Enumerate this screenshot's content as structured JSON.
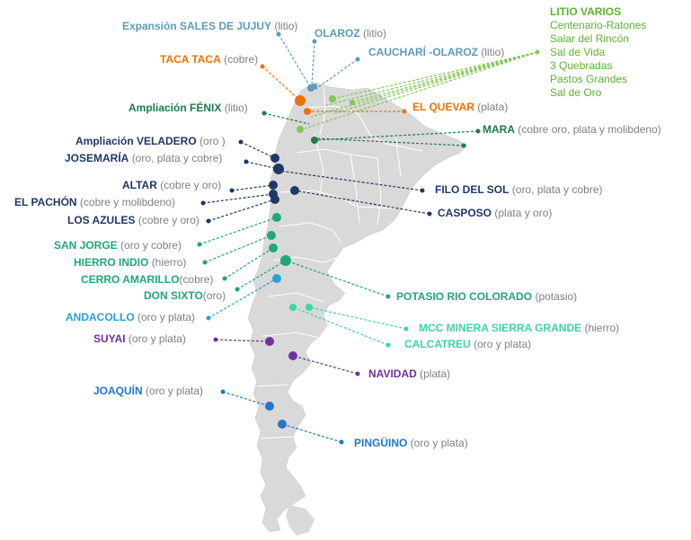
{
  "colors": {
    "lithium_blue": "#5b9bb8",
    "lithium_green": "#7ec850",
    "copper_orange": "#ee7203",
    "silver_dark_green": "#1f7a4e",
    "gold_navy": "#1f3864",
    "teal_green": "#21a67a",
    "light_blue": "#27a0d8",
    "purple": "#7030a0",
    "blue": "#1f78c8",
    "mint": "#3bd6a6",
    "land": "#d9d9d9",
    "border": "#ffffff"
  },
  "projects": [
    {
      "id": "expansion-sales-de-jujuy",
      "name": "Expansión SALES DE JUJUY",
      "detail": "(litio)"
    },
    {
      "id": "olaroz",
      "name": "OLAROZ",
      "detail": "(litio)"
    },
    {
      "id": "cauchari-olaroz",
      "name": "CAUCHARÍ -OLAROZ",
      "detail": "(litio)"
    },
    {
      "id": "taca-taca",
      "name": "TACA TACA",
      "detail": "(cobre)"
    },
    {
      "id": "ampliacion-fenix",
      "name": "Ampliación FÉNIX",
      "detail": "(litio)"
    },
    {
      "id": "el-quevar",
      "name": "EL QUEVAR",
      "detail": "(plata)"
    },
    {
      "id": "mara",
      "name": "MARA",
      "detail": "(cobre oro, plata y molibdeno)"
    },
    {
      "id": "ampliacion-veladero",
      "name": "Ampliación VELADERO",
      "detail": "(oro )"
    },
    {
      "id": "josemaria",
      "name": "JOSEMARÍA",
      "detail": "(oro, plata y cobre)"
    },
    {
      "id": "altar",
      "name": "ALTAR",
      "detail": "(cobre y oro)"
    },
    {
      "id": "filo-del-sol",
      "name": "FILO DEL SOL",
      "detail": "(oro, plata y cobre)"
    },
    {
      "id": "el-pachon",
      "name": "EL PACHÓN",
      "detail": "(cobre y molibdeno)"
    },
    {
      "id": "casposo",
      "name": "CASPOSO",
      "detail": "(plata y oro)"
    },
    {
      "id": "los-azules",
      "name": "LOS AZULES",
      "detail": "(cobre y oro)"
    },
    {
      "id": "san-jorge",
      "name": "SAN JORGE",
      "detail": "(oro y cobre)"
    },
    {
      "id": "hierro-indio",
      "name": "HIERRO INDIO",
      "detail": "(hierro)"
    },
    {
      "id": "cerro-amarillo",
      "name": "CERRO AMARILLO",
      "detail": "(cobre)"
    },
    {
      "id": "don-sixto",
      "name": "DON SIXTO",
      "detail": "(oro)"
    },
    {
      "id": "potasio-rio-colorado",
      "name": "POTASIO RIO COLORADO",
      "detail": "(potasio)"
    },
    {
      "id": "andacollo",
      "name": "ANDACOLLO",
      "detail": "(oro y plata)"
    },
    {
      "id": "mcc-minera-sierra-grande",
      "name": "MCC MINERA SIERRA GRANDE",
      "detail": "(hierro)"
    },
    {
      "id": "suyai",
      "name": "SUYAI",
      "detail": "(oro y plata)"
    },
    {
      "id": "calcatreu",
      "name": "CALCATREU",
      "detail": "(oro y plata)"
    },
    {
      "id": "navidad",
      "name": "NAVIDAD",
      "detail": "(plata)"
    },
    {
      "id": "joaquin",
      "name": "JOAQUÍN",
      "detail": "(oro y plata)"
    },
    {
      "id": "pinguino",
      "name": "PINGÜINO",
      "detail": "(oro y plata)"
    }
  ],
  "lithium_various": {
    "title": "LITIO VARIOS",
    "items": [
      "Centenario-Ratones",
      "Salar del Rincón",
      "Sal de Vida",
      "3 Quebradas",
      "Pastos Grandes",
      "Sal de Oro"
    ]
  }
}
